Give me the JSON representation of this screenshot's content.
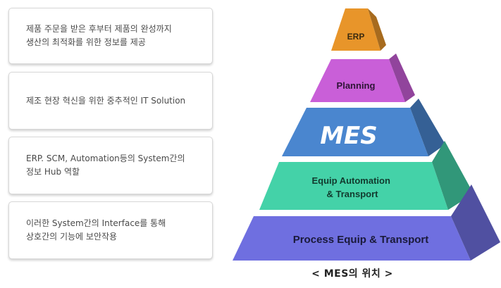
{
  "cards": [
    {
      "text": "제품 주문을 받은 후부터 제품의 완성까지\n생산의 최적화를 위한 정보를 제공"
    },
    {
      "text": "제조 현장 혁신을 위한 중추적인 IT Solution"
    },
    {
      "text": "ERP. SCM, Automation등의 System간의\n정보 Hub 역할"
    },
    {
      "text": "이러한 System간의 Interface를 통해\n상호간의 기능에 보안작용"
    }
  ],
  "pyramid": {
    "levels": [
      {
        "label": "ERP",
        "color": "#e8952a"
      },
      {
        "label": "Planning",
        "color": "#c95fd8"
      },
      {
        "label": "MES",
        "color": "#4a86cf"
      },
      {
        "label": "Equip Automation\n& Transport",
        "color": "#44d2a8"
      },
      {
        "label": "Process Equip & Transport",
        "color": "#6f6fe0"
      }
    ]
  },
  "caption": "< MES의 위치 >"
}
